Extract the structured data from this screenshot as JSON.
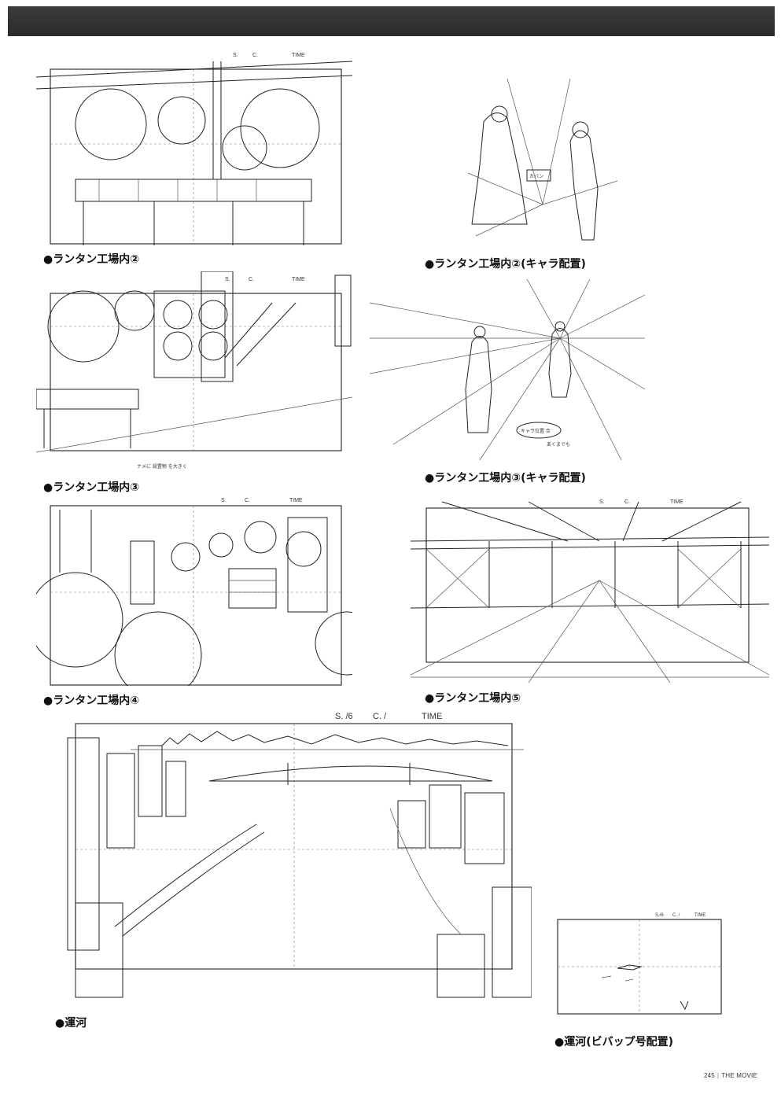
{
  "captions": {
    "p1": "●ランタン工場内②",
    "p2": "●ランタン工場内②(キャラ配置)",
    "p3": "●ランタン工場内③",
    "p4": "●ランタン工場内③(キャラ配置)",
    "p5": "●ランタン工場内④",
    "p6": "●ランタン工場内⑤",
    "p7": "●運河",
    "p8": "●運河(ビバップ号配置)"
  },
  "sheet_labels": {
    "sc_s": "S.",
    "sc_c": "C.",
    "time": "TIME",
    "p7_s": "S. /6",
    "p7_c": "C. /",
    "p8_s": "S./6",
    "p8_c": "C. /"
  },
  "annotations": {
    "bag": "カバン",
    "p3_note": "ナメに 設置物 を大きく",
    "p4_note1": "キャラ位置 合",
    "p4_note2": "あくまでも"
  },
  "folio": {
    "page": "245",
    "title": "THE MOVIE"
  }
}
